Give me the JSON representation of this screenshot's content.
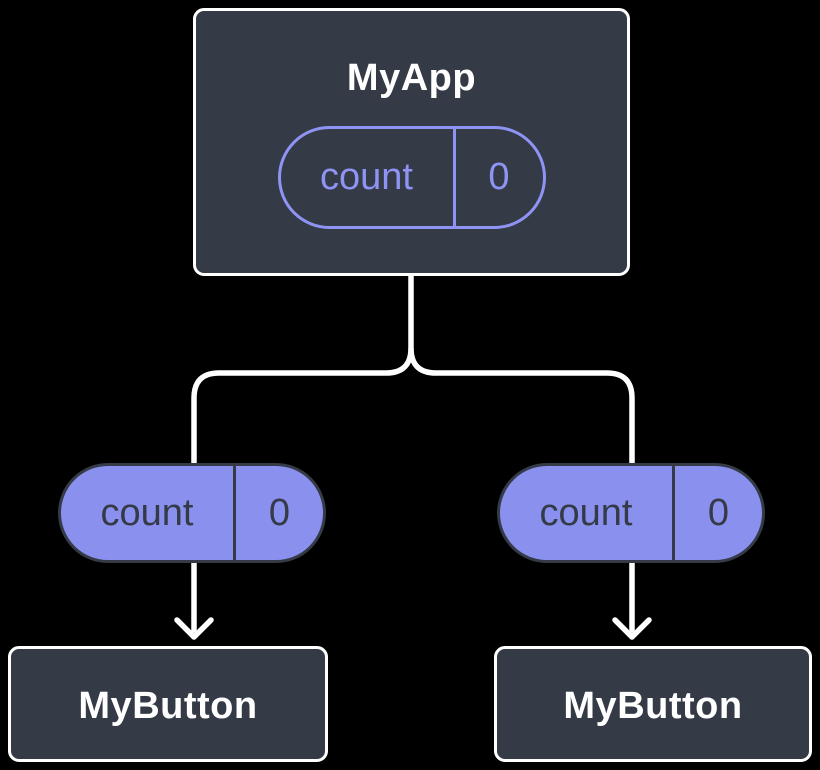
{
  "colors": {
    "background": "#000000",
    "box_fill": "#343a46",
    "box_border": "#ffffff",
    "line": "#ffffff",
    "purple_fill": "#8a90ee",
    "purple_outline": "#8f94f4",
    "dark_text": "#343a46",
    "light_text": "#ffffff"
  },
  "tree": {
    "root": {
      "name": "MyApp",
      "state": {
        "key": "count",
        "value": "0"
      }
    },
    "children": [
      {
        "name": "MyButton",
        "prop": {
          "key": "count",
          "value": "0"
        }
      },
      {
        "name": "MyButton",
        "prop": {
          "key": "count",
          "value": "0"
        }
      }
    ]
  }
}
